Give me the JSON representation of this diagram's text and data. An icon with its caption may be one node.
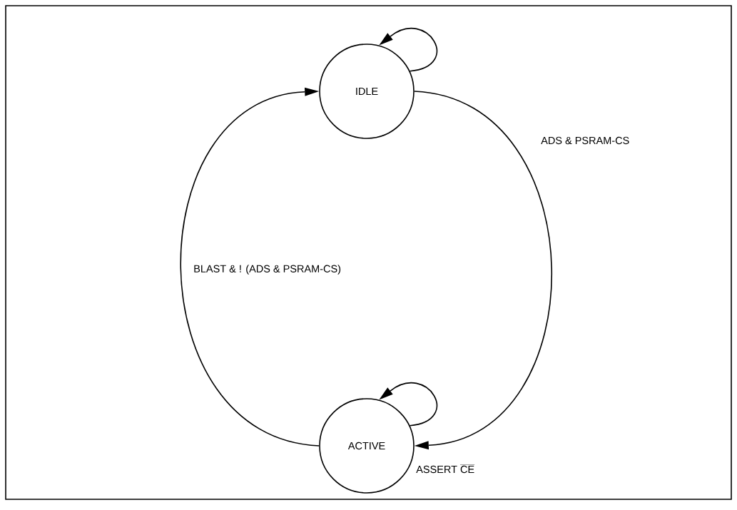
{
  "diagram": {
    "nodes": [
      {
        "text": [
          "IDLE"
        ]
      },
      {
        "text": [
          "ACTIVE"
        ],
        "beside": [
          "ASSERT",
          "CE"
        ]
      }
    ],
    "edges": [
      {
        "from": 0,
        "to": 0,
        "arrow": "to"
      },
      {
        "from": 0,
        "to": 1,
        "arrow": "to",
        "label": "ADS & PSRAM-CS"
      },
      {
        "from": 1,
        "to": 0,
        "arrow": "to",
        "label": "BLAST & ! (ADS & PSRAM-CS)"
      },
      {
        "from": 1,
        "to": 1,
        "arrow": "to"
      }
    ]
  }
}
